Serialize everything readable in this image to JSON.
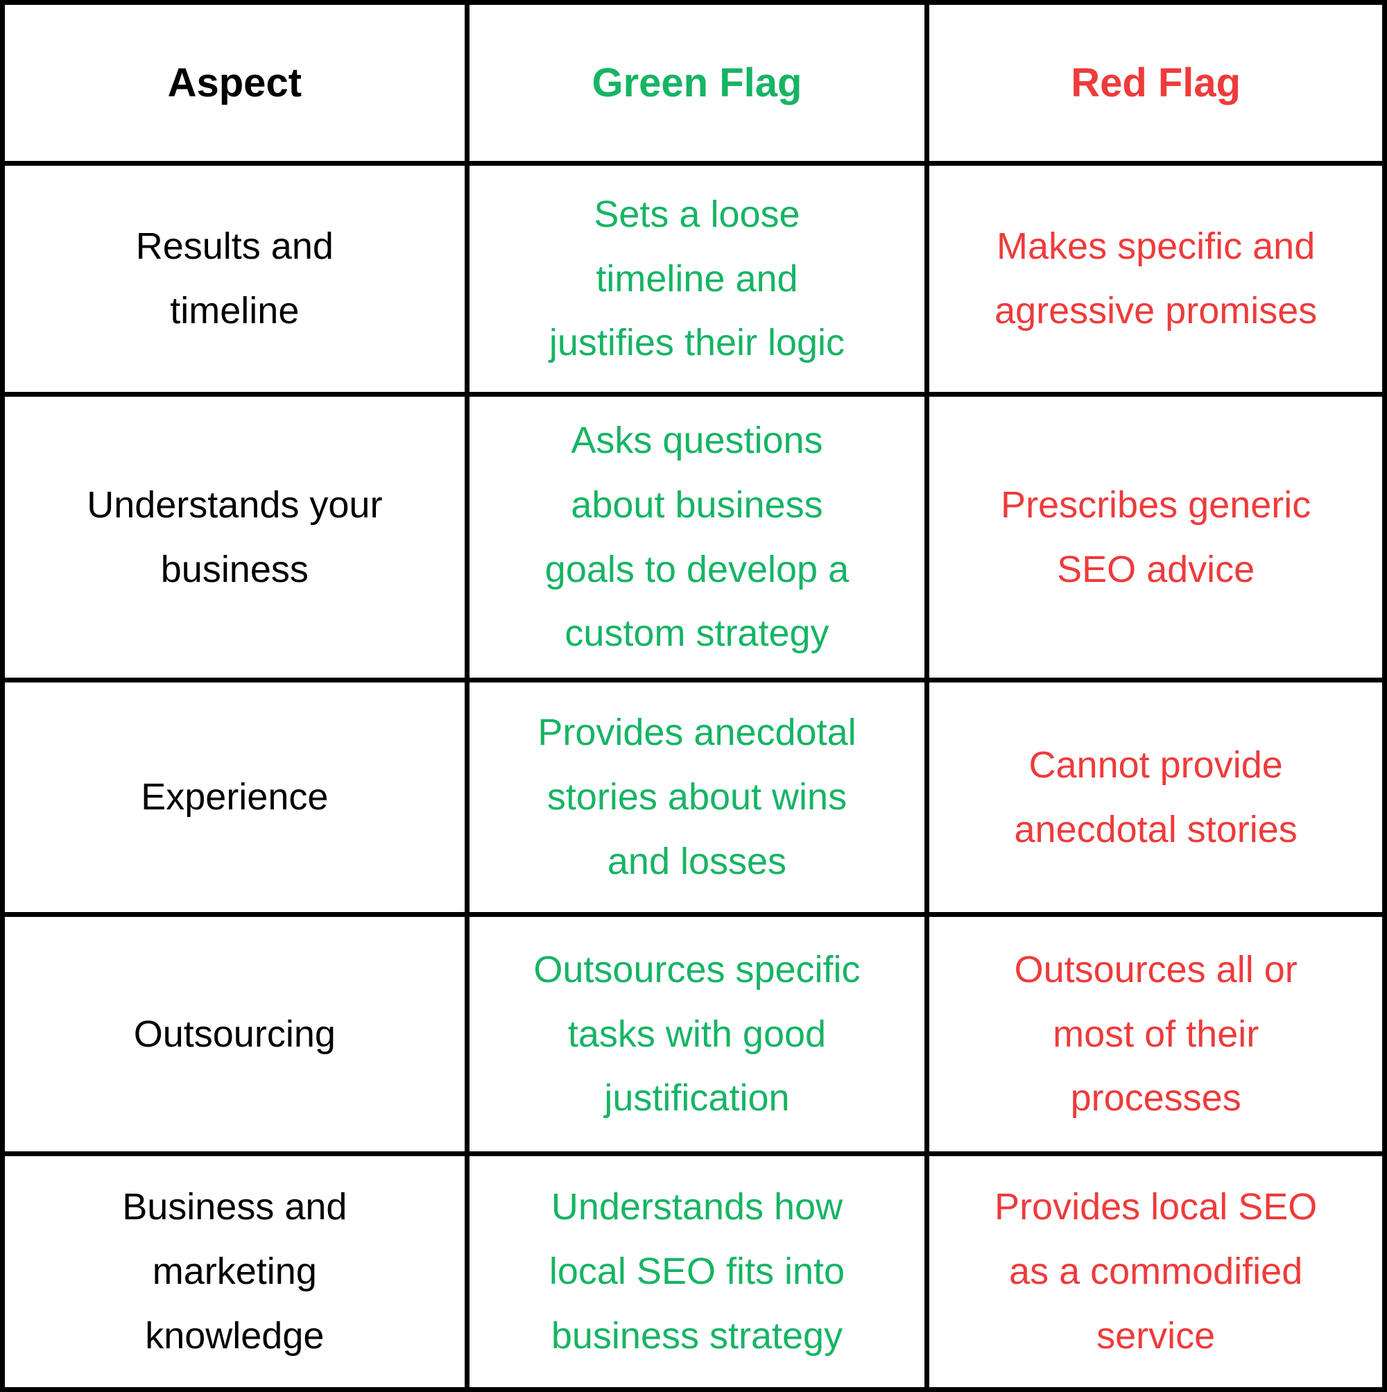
{
  "table": {
    "colors": {
      "green": "#16b464",
      "red": "#ee3b3b",
      "border": "#000000",
      "background": "#ffffff",
      "aspect_text": "#000000"
    },
    "columns": [
      {
        "label": "Aspect"
      },
      {
        "label": "Green Flag"
      },
      {
        "label": "Red Flag"
      }
    ],
    "rows": [
      {
        "aspect": "Results and\ntimeline",
        "green": "Sets a loose\ntimeline and\njustifies their logic",
        "red": "Makes specific and\nagressive promises"
      },
      {
        "aspect": "Understands your\nbusiness",
        "green": "Asks questions\nabout business\ngoals to develop a\ncustom strategy",
        "red": "Prescribes generic\nSEO advice"
      },
      {
        "aspect": "Experience",
        "green": "Provides anecdotal\nstories about wins\nand losses",
        "red": "Cannot provide\nanecdotal stories"
      },
      {
        "aspect": "Outsourcing",
        "green": "Outsources specific\ntasks with good\njustification",
        "red": "Outsources all or\nmost of their\nprocesses"
      },
      {
        "aspect": "Business and\nmarketing\nknowledge",
        "green": "Understands how\nlocal SEO fits into\nbusiness strategy",
        "red": "Provides local SEO\nas a commodified\nservice"
      }
    ]
  }
}
